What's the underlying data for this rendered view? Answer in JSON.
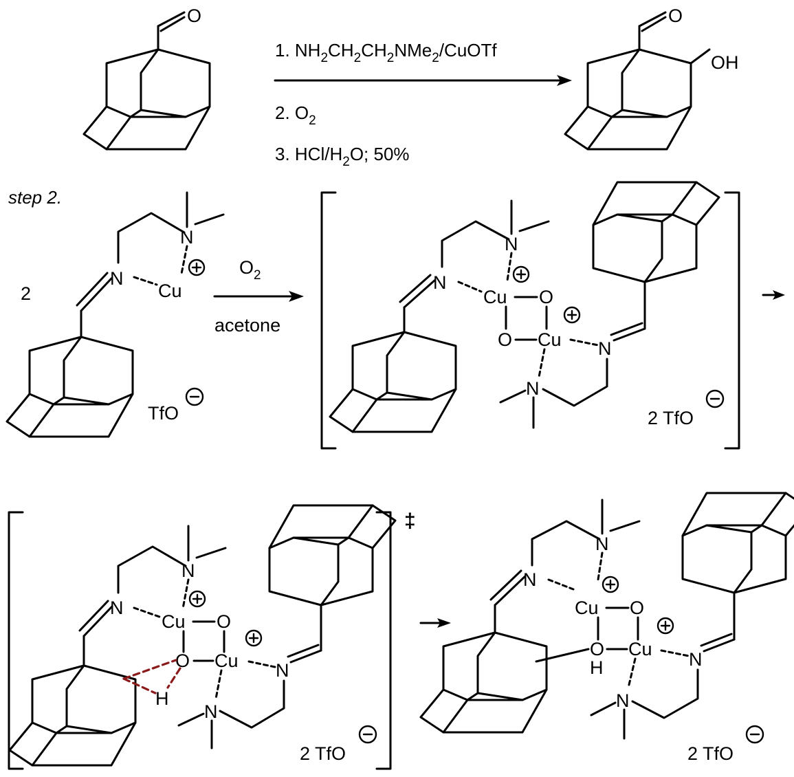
{
  "colors": {
    "ink": "#000000",
    "transition_state_contact": "#8b1a1a",
    "background": "#ffffff"
  },
  "reaction": {
    "step_1": "1. NH",
    "step_1_sub_a": "2",
    "step_1_mid_a": "CH",
    "step_1_sub_b": "2",
    "step_1_mid_b": "CH",
    "step_1_sub_c": "2",
    "step_1_mid_c": "NMe",
    "step_1_sub_d": "2",
    "step_1_end": "/CuOTf",
    "step_2": "2. O",
    "step_2_sub": "2",
    "step_3_a": "3. HCl/H",
    "step_3_sub": "2",
    "step_3_b": "O; 50%"
  },
  "aldehyde_o": "O",
  "product_o": "O",
  "product_oh": "OH",
  "mechanism": {
    "step_label": "step 2.",
    "stoich": "2",
    "reagent": "O",
    "reagent_sub": "2",
    "solvent": "acetone",
    "counterion": "TfO",
    "counterion_2": "2 TfO",
    "ts_mark": "‡"
  },
  "atoms": {
    "N": "N",
    "Cu": "Cu",
    "O": "O",
    "H": "H"
  }
}
